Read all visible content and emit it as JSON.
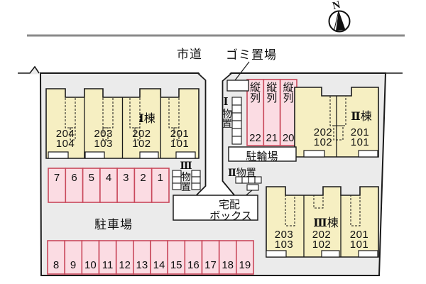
{
  "colors": {
    "site_fill": "#ebebeb",
    "building_fill": "#f6efc2",
    "parking_fill": "#fbdce3",
    "parking_border": "#c9485b",
    "road_line": "#8a8a8a",
    "outline": "#1a1a1a"
  },
  "compass": {
    "north_label": "N"
  },
  "road": {
    "label": "市道"
  },
  "garbage": {
    "label": "ゴミ置場"
  },
  "bicycle": {
    "label": "駐輪場"
  },
  "delivery_box": {
    "line1": "宅配",
    "line2": "ボックス"
  },
  "parking_lot": {
    "label": "駐車場",
    "row1": [
      "7",
      "6",
      "5",
      "4",
      "3",
      "2",
      "1"
    ],
    "row2": [
      "8",
      "9",
      "10",
      "11",
      "12",
      "13",
      "14",
      "15",
      "16",
      "17",
      "18",
      "19"
    ]
  },
  "tandem": {
    "char1": "縦",
    "char2": "列",
    "numbers": [
      "22",
      "21",
      "20"
    ]
  },
  "storages": [
    {
      "numeral": "Ⅰ",
      "char1": "物",
      "char2": "置"
    },
    {
      "numeral": "Ⅱ",
      "label": "物置"
    },
    {
      "numeral": "Ⅲ",
      "char1": "物",
      "char2": "置"
    }
  ],
  "buildings": [
    {
      "numeral": "Ⅰ",
      "suffix": "棟",
      "units": [
        {
          "u": "204",
          "l": "104"
        },
        {
          "u": "203",
          "l": "103"
        },
        {
          "u": "202",
          "l": "102"
        },
        {
          "u": "201",
          "l": "101"
        }
      ]
    },
    {
      "numeral": "Ⅱ",
      "suffix": "棟",
      "units": [
        {
          "u": "202",
          "l": "102"
        },
        {
          "u": "201",
          "l": "101"
        }
      ]
    },
    {
      "numeral": "Ⅲ",
      "suffix": "棟",
      "units": [
        {
          "u": "203",
          "l": "103"
        },
        {
          "u": "202",
          "l": "102"
        },
        {
          "u": "201",
          "l": "101"
        }
      ]
    }
  ]
}
